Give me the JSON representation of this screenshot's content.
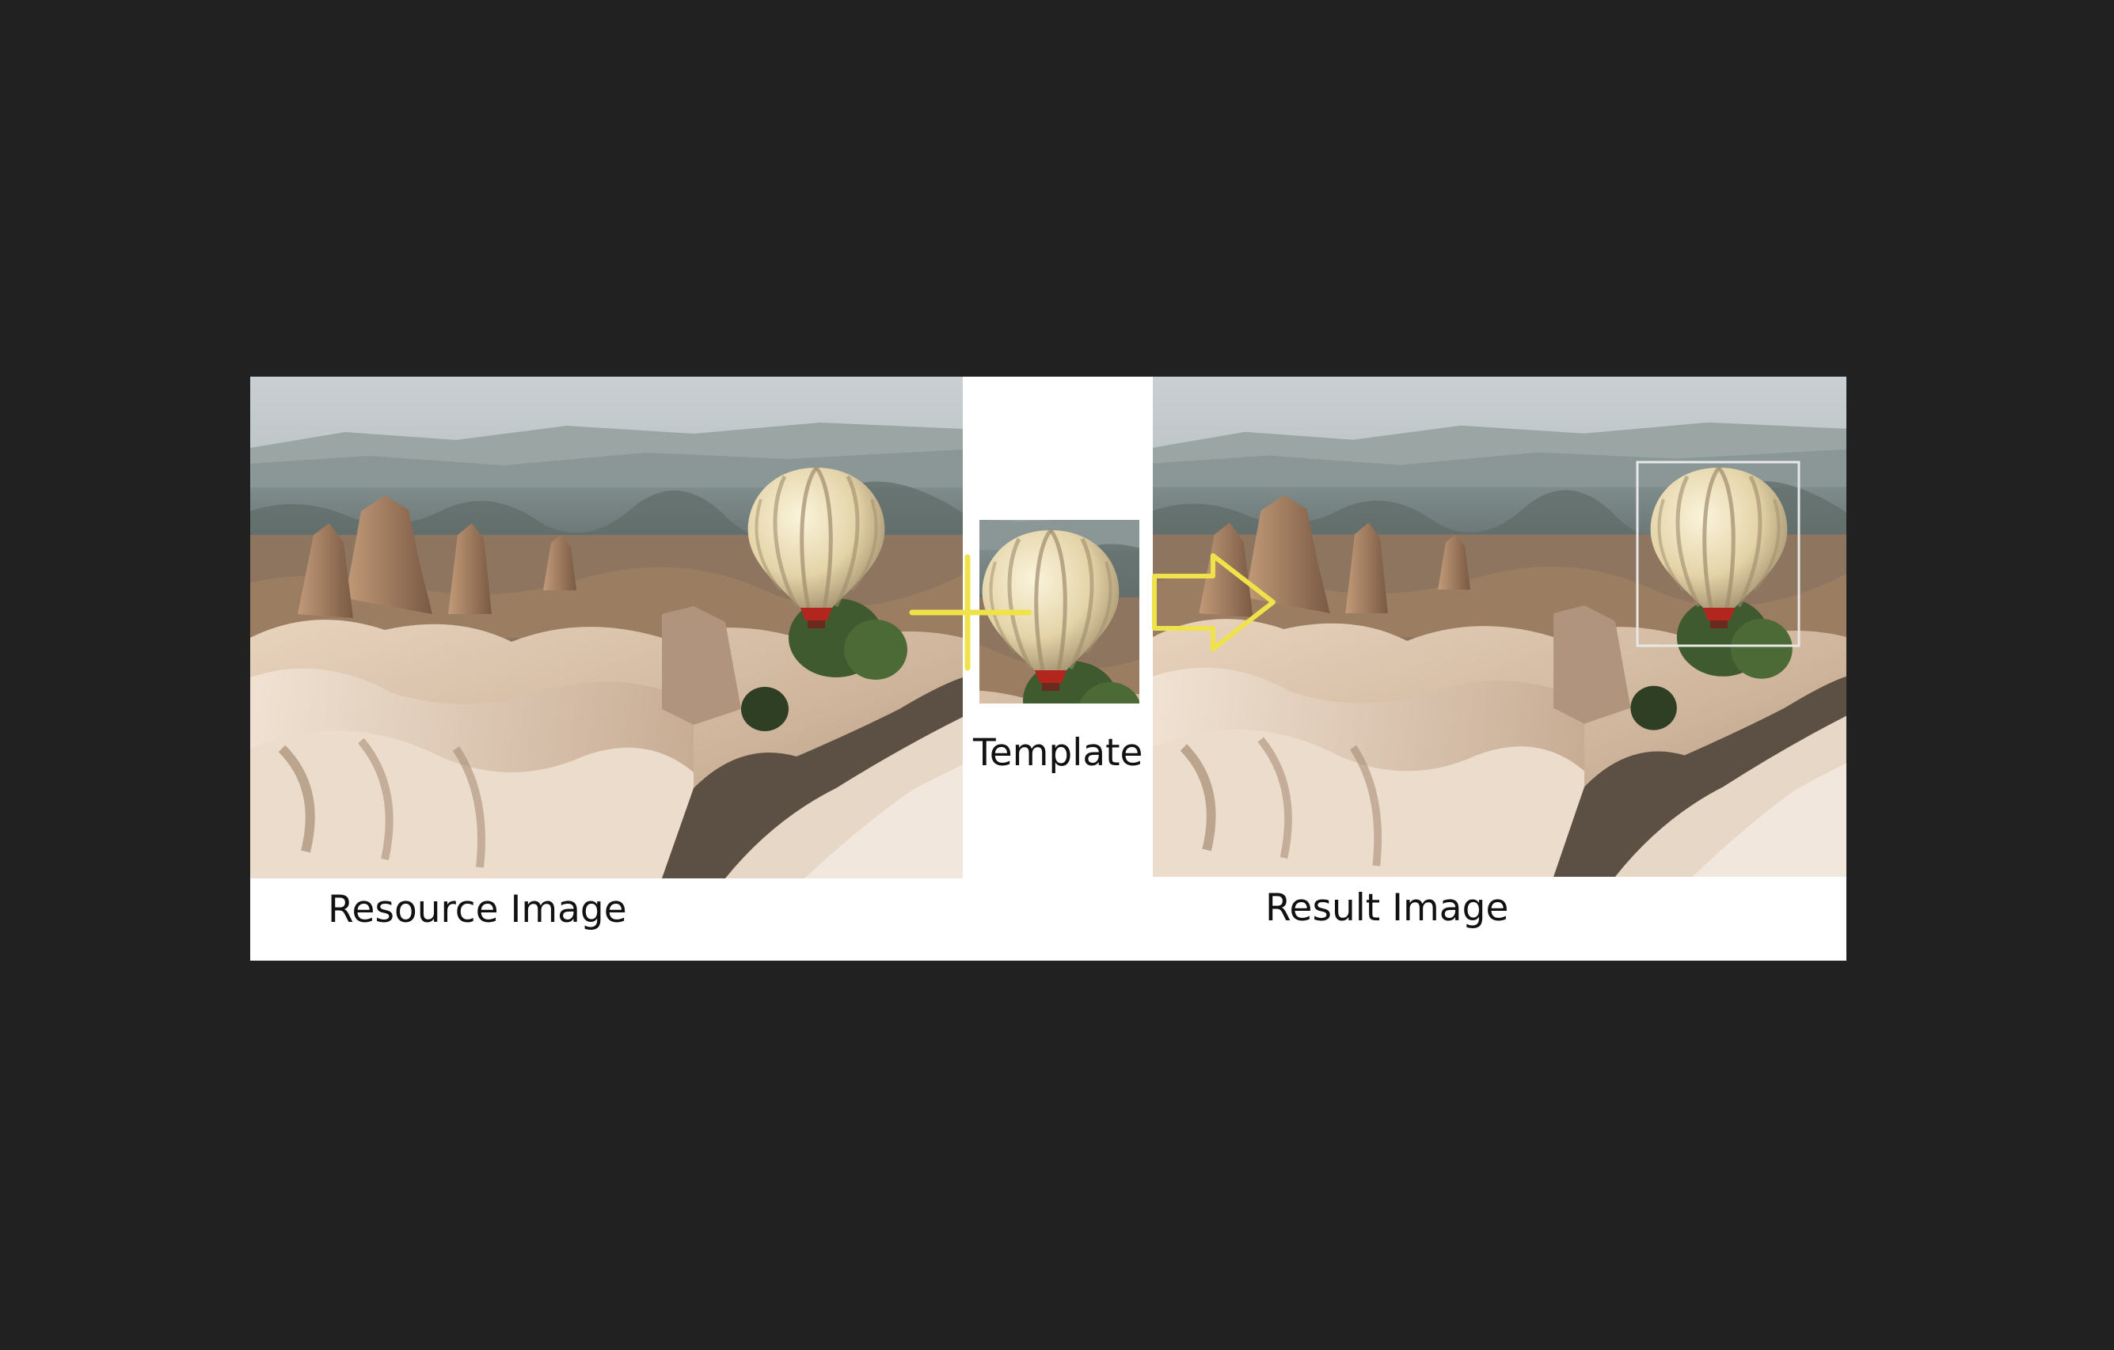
{
  "captions": {
    "resource": "Resource Image",
    "template": "Template",
    "result": "Result Image"
  },
  "colors": {
    "background": "#212121",
    "panel": "#ffffff",
    "annotation": "#f0e24a",
    "match_box": "#e8e8e8"
  },
  "icons": {
    "plus": "plus-icon",
    "arrow": "arrow-right-icon"
  }
}
